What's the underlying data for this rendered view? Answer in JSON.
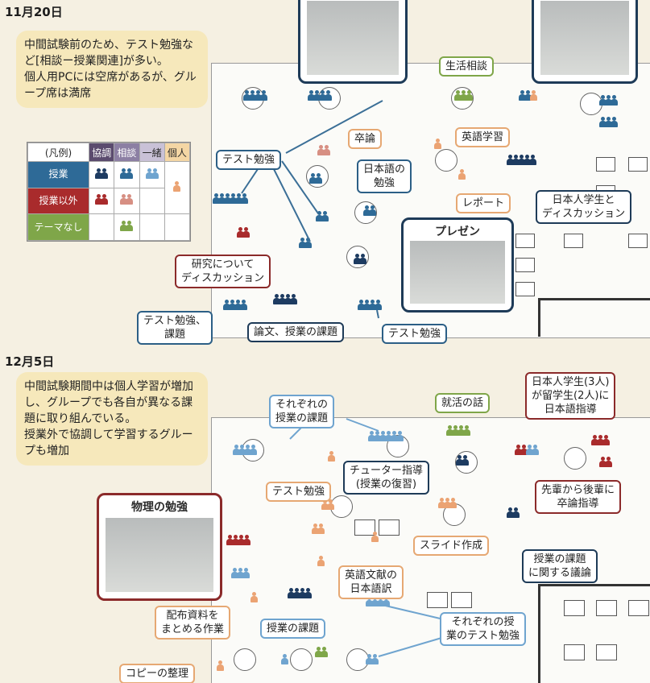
{
  "section1": {
    "date": "11月20日",
    "note": "中間試験前のため、テスト勉強など[相談ー授業関連]が多い。\n個人用PCには空席があるが、グループ席は満席",
    "legend": {
      "header": [
        "(凡例)",
        "協調",
        "相談",
        "一緒",
        "個人"
      ],
      "rows": [
        {
          "label": "授業"
        },
        {
          "label": "授業以外"
        },
        {
          "label": "テーマなし"
        }
      ]
    },
    "labels": {
      "test_study": "テスト勉強",
      "graduation": "卒論",
      "life_consult": "生活相談",
      "english": "英語学習",
      "japanese": "日本語の\n勉強",
      "report": "レポート",
      "jp_students": "日本人学生と\nディスカッション",
      "research": "研究について\nディスカッション",
      "test_task": "テスト勉強、\n課題",
      "thesis": "論文、授業の課題",
      "test_study2": "テスト勉強"
    },
    "presen_caption": "プレゼン"
  },
  "section2": {
    "date": "12月5日",
    "note": "中間試験期間中は個人学習が増加し、グループでも各自が異なる課題に取り組んでいる。\n授業外で協調して学習するグループも増加",
    "labels": {
      "each_class": "それぞれの\n授業の課題",
      "job": "就活の話",
      "jp_teach": "日本人学生(3人)\nが留学生(2人)に\n日本語指導",
      "test_study": "テスト勉強",
      "tutor": "チューター指導\n(授業の復習)",
      "senior": "先輩から後輩に\n卒論指導",
      "slides": "スライド作成",
      "class_discuss": "授業の課題\nに関する議論",
      "english_trans": "英語文献の\n日本語訳",
      "handout": "配布資料を\nまとめる作業",
      "class_task": "授業の課題",
      "each_test": "それぞれの授\n業のテスト勉強",
      "copy": "コピーの整理"
    },
    "physics_caption": "物理の勉強"
  },
  "colors": {
    "class": "#2e6a97",
    "other": "#a92b2c",
    "none": "#7fa649",
    "individual": "#eba373",
    "note_bg": "#f6e8bb"
  }
}
